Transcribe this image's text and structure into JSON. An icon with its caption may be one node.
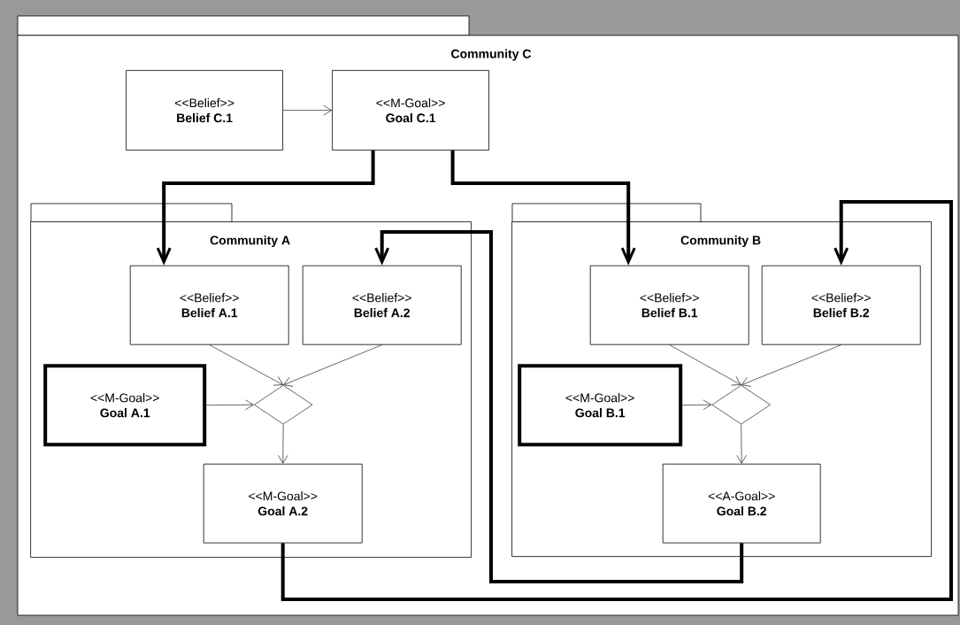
{
  "diagram": {
    "nodes": [
      {
        "text": [
          "Community C"
        ]
      },
      {
        "text": [
          "<<Belief>>",
          "Belief C.1"
        ],
        "in": 0
      },
      {
        "text": [
          "<<M-Goal>>",
          "Goal C.1"
        ],
        "in": 0
      },
      {
        "text": [
          "Community A"
        ],
        "in": 0
      },
      {
        "text": [
          "<<Belief>>",
          "Belief A.1"
        ],
        "in": 3
      },
      {
        "text": [
          "<<Belief>>",
          "Belief A.2"
        ],
        "in": 3
      },
      {
        "text": [
          "<<M-Goal>>",
          "Goal A.1"
        ],
        "in": 3
      },
      {
        "text": [],
        "shape": "diamond",
        "in": 3
      },
      {
        "text": [
          "<<M-Goal>>",
          "Goal A.2"
        ],
        "in": 3
      },
      {
        "text": [
          "Community B"
        ],
        "in": 0
      },
      {
        "text": [
          "<<Belief>>",
          "Belief B.1"
        ],
        "in": 9
      },
      {
        "text": [
          "<<Belief>>",
          "Belief B.2"
        ],
        "in": 9
      },
      {
        "text": [
          "<<M-Goal>>",
          "Goal B.1"
        ],
        "in": 9
      },
      {
        "text": [],
        "shape": "diamond",
        "in": 9
      },
      {
        "text": [
          "<<A-Goal>>",
          "Goal B.2"
        ],
        "in": 9
      }
    ],
    "edges": [
      {
        "from": 1,
        "to": 2,
        "arrow": "to"
      },
      {
        "from": 2,
        "to": 4,
        "arrow": "to",
        "style": "thick"
      },
      {
        "from": 2,
        "to": 10,
        "arrow": "to",
        "style": "thick"
      },
      {
        "from": 4,
        "to": 7,
        "arrow": "to"
      },
      {
        "from": 5,
        "to": 7,
        "arrow": "to"
      },
      {
        "from": 6,
        "to": 7,
        "arrow": "to"
      },
      {
        "from": 7,
        "to": 8,
        "arrow": "to"
      },
      {
        "from": 10,
        "to": 13,
        "arrow": "to"
      },
      {
        "from": 11,
        "to": 13,
        "arrow": "to"
      },
      {
        "from": 12,
        "to": 13,
        "arrow": "to"
      },
      {
        "from": 13,
        "to": 14,
        "arrow": "to"
      },
      {
        "from": 8,
        "to": 11,
        "arrow": "to",
        "style": "thick"
      },
      {
        "from": 14,
        "to": 5,
        "arrow": "to",
        "style": "thick"
      }
    ]
  }
}
